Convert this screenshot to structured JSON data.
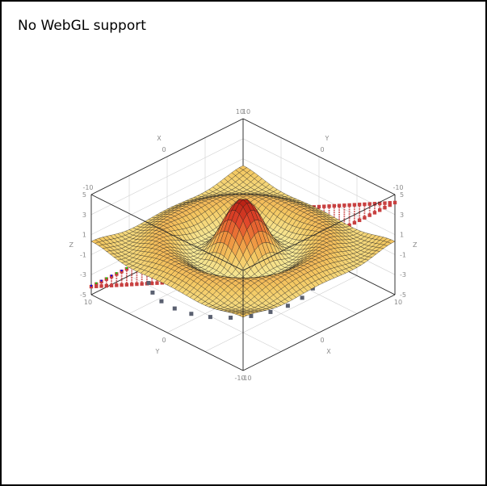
{
  "notice": "No WebGL support",
  "chart_data": {
    "type": "surface3d",
    "title": "",
    "function": "sinc (sombrero) surface z = f(x, y)",
    "xlabel": "X",
    "ylabel": "Y",
    "zlabel": "Z",
    "xlim": [
      -10,
      10
    ],
    "ylim": [
      -10,
      10
    ],
    "zlim": [
      -5,
      5
    ],
    "x_ticks": [
      "-10",
      "0",
      "10"
    ],
    "y_ticks": [
      "-10",
      "0",
      "10"
    ],
    "z_ticks": [
      "-5",
      "-3",
      "-1",
      "1",
      "3",
      "5"
    ],
    "grid": true,
    "colormap": [
      "#f7efa0",
      "#f4c862",
      "#ee8a3a",
      "#e0452a",
      "#b51e12"
    ],
    "surface_line_color": "#1a1a1a",
    "square_point_color": "#c84040",
    "spiral_point_color": "#5a6070",
    "edge_highlight_colors": [
      "#00dd00",
      "#0000ee"
    ],
    "axis_color": "#222222",
    "grid_color": "#d0d0d0"
  }
}
